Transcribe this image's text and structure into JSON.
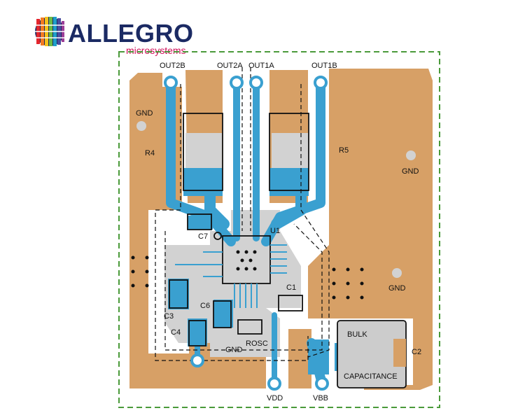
{
  "brand": {
    "name": "ALLEGRO",
    "tagline": "microsystems"
  },
  "labels": {
    "out2b": "OUT2B",
    "out2a": "OUT2A",
    "out1a": "OUT1A",
    "out1b": "OUT1B",
    "gnd_left": "GND",
    "gnd_right_top": "GND",
    "gnd_right_mid": "GND",
    "gnd_bottom": "GND",
    "r4": "R4",
    "r5": "R5",
    "u1": "U1",
    "c1": "C1",
    "c2": "C2",
    "c3": "C3",
    "c4": "C4",
    "c6": "C6",
    "c7": "C7",
    "rosc": "ROSC",
    "vdd": "VDD",
    "vbb": "VBB",
    "bulk": "BULK",
    "capacitance": "CAPACITANCE"
  },
  "colors": {
    "copper": "#d7a066",
    "trace": "#3aa0d0",
    "silk": "#111111",
    "board_outline": "#4a9a3a",
    "bulk_fill": "#cccccc",
    "logo_navy": "#1b2a63",
    "logo_magenta": "#d0105a"
  }
}
